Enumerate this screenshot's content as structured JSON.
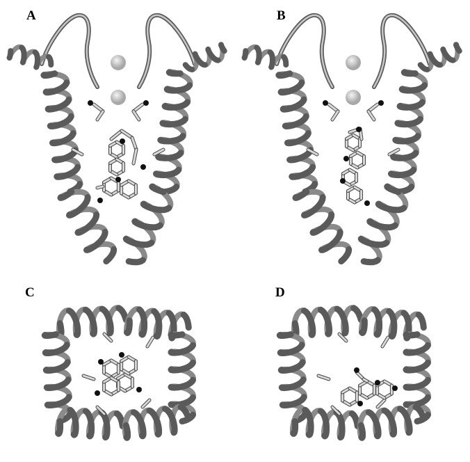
{
  "figure": {
    "panels": [
      {
        "label": "A",
        "view": "side"
      },
      {
        "label": "B",
        "view": "side"
      },
      {
        "label": "C",
        "view": "top"
      },
      {
        "label": "D",
        "view": "top"
      }
    ]
  },
  "colors": {
    "helix_dark": "#5a5a5a",
    "helix_mid": "#8a8a8a",
    "helix_light": "#c8c8c8",
    "ligand": "#d8d8d8",
    "ligand_dark": "#111111",
    "ion": "#d0d0d0"
  }
}
